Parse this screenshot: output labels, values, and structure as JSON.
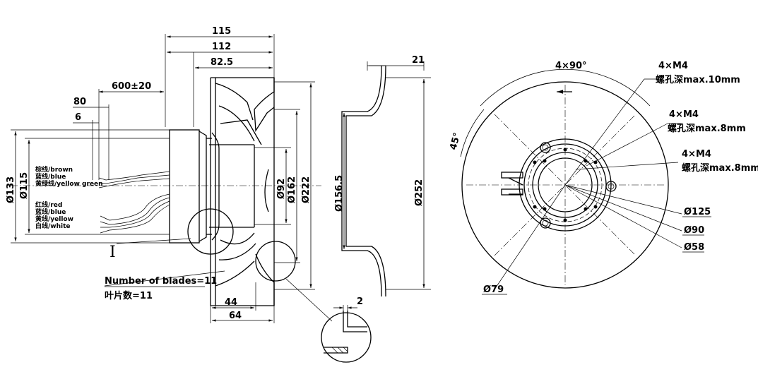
{
  "side_view": {
    "dims": {
      "d115": "115",
      "d112": "112",
      "d82_5": "82.5",
      "d600": "600±20",
      "d80": "80",
      "d6": "6",
      "d44": "44",
      "d64": "64",
      "dia133": "Ø133",
      "dia115": "Ø115",
      "dia92": "Ø92",
      "dia162": "Ø162",
      "dia222": "Ø222"
    },
    "wires_a": [
      "棕线/brown",
      "蓝线/blue",
      "黄绿线/yellow green"
    ],
    "wires_b": [
      "红线/red",
      "蓝线/blue",
      "黄线/yellow",
      "白线/white"
    ],
    "detail_mark": "I",
    "blades_en": "Number of blades=11",
    "blades_cn": "叶片数=11",
    "detail_dim": "2"
  },
  "section_view": {
    "d21": "21",
    "dia156_5": "Ø156.5",
    "dia252": "Ø252"
  },
  "front_view": {
    "angle_holes": "4×90°",
    "angle_45": "45°",
    "callouts": [
      {
        "thread": "4×M4",
        "depth": "螺孔深max.10mm"
      },
      {
        "thread": "4×M4",
        "depth": "螺孔深max.8mm"
      },
      {
        "thread": "4×M4",
        "depth": "螺孔深max.8mm"
      }
    ],
    "dia125": "Ø125",
    "dia90": "Ø90",
    "dia58": "Ø58",
    "dia79": "Ø79"
  }
}
